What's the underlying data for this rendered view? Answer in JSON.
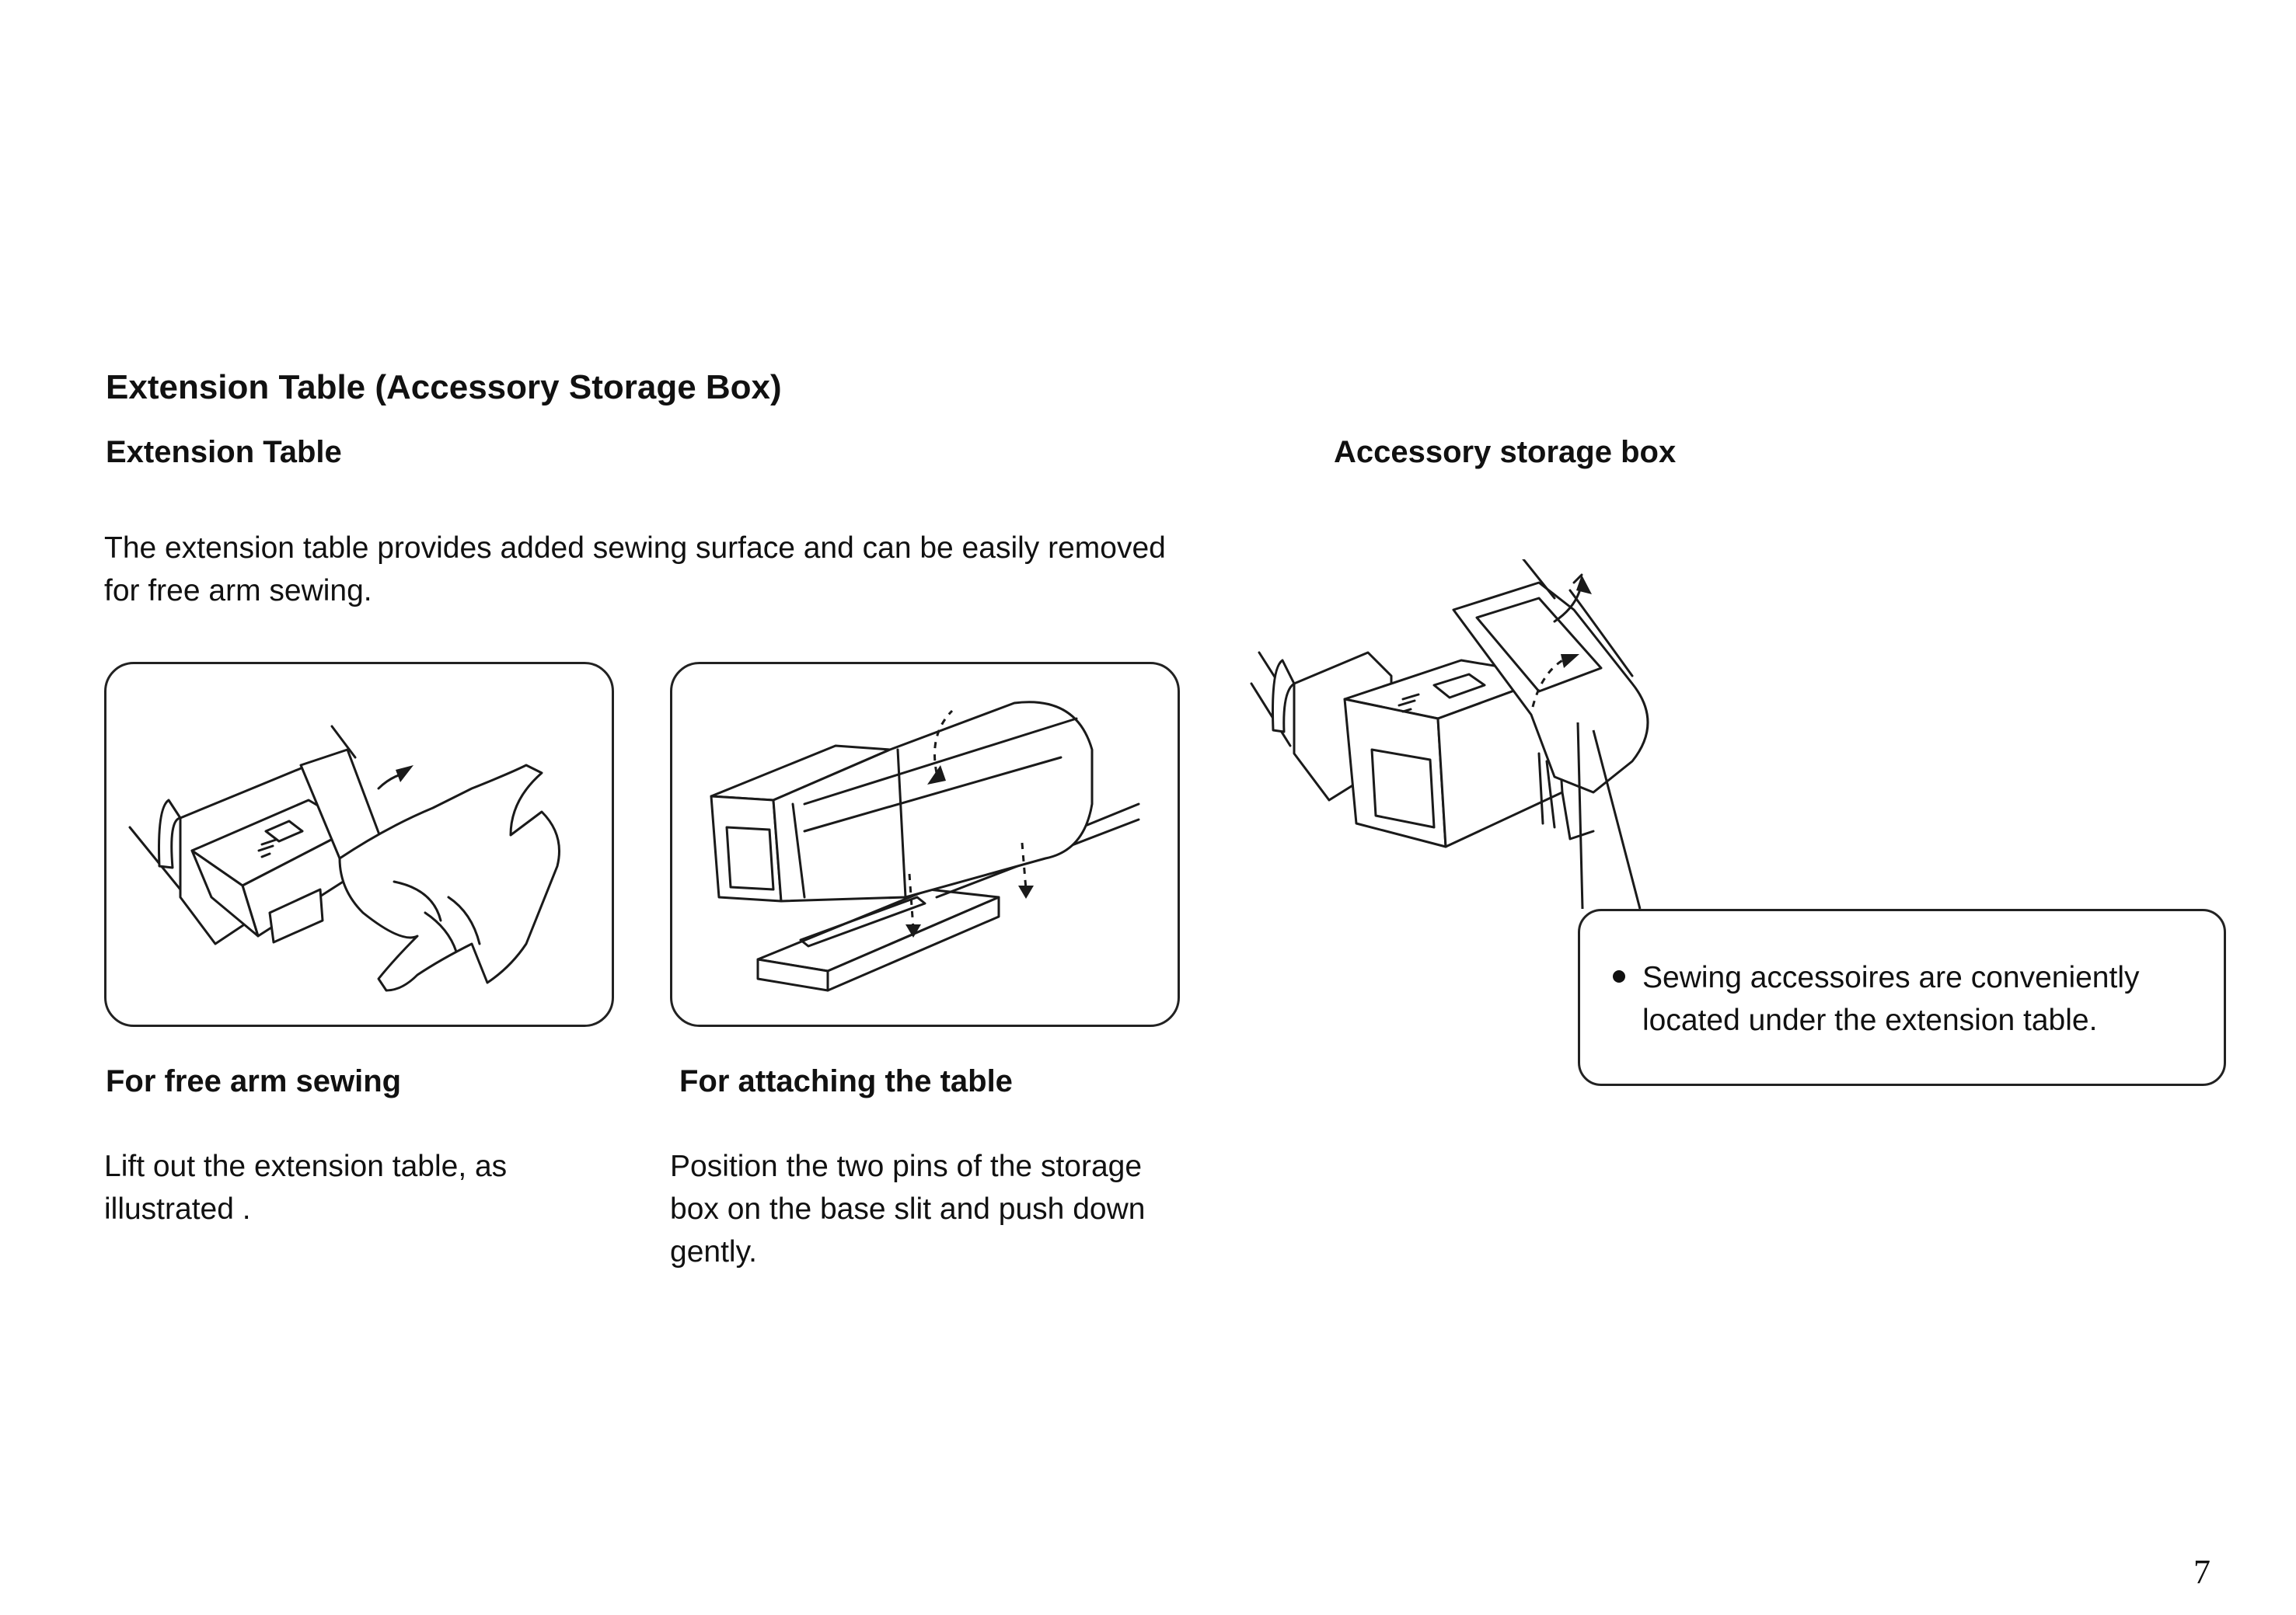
{
  "section_title": "Extension Table (Accessory Storage Box)",
  "extension_table": {
    "heading": "Extension Table",
    "intro": "The extension table provides added sewing surface and can be easily removed for free arm sewing."
  },
  "free_arm": {
    "heading": "For free arm sewing",
    "text": "Lift out the extension table, as illustrated ."
  },
  "attaching": {
    "heading": "For attaching the table",
    "text": "Position the two pins of the storage box on the base slit and push down gently."
  },
  "storage_box": {
    "heading": "Accessory storage box",
    "note": "Sewing accessoires are conveniently located under the extension table."
  },
  "page_number": "7",
  "icons": [
    "curved-arrow-icon",
    "dashed-arrow-icon",
    "bullet-icon"
  ]
}
